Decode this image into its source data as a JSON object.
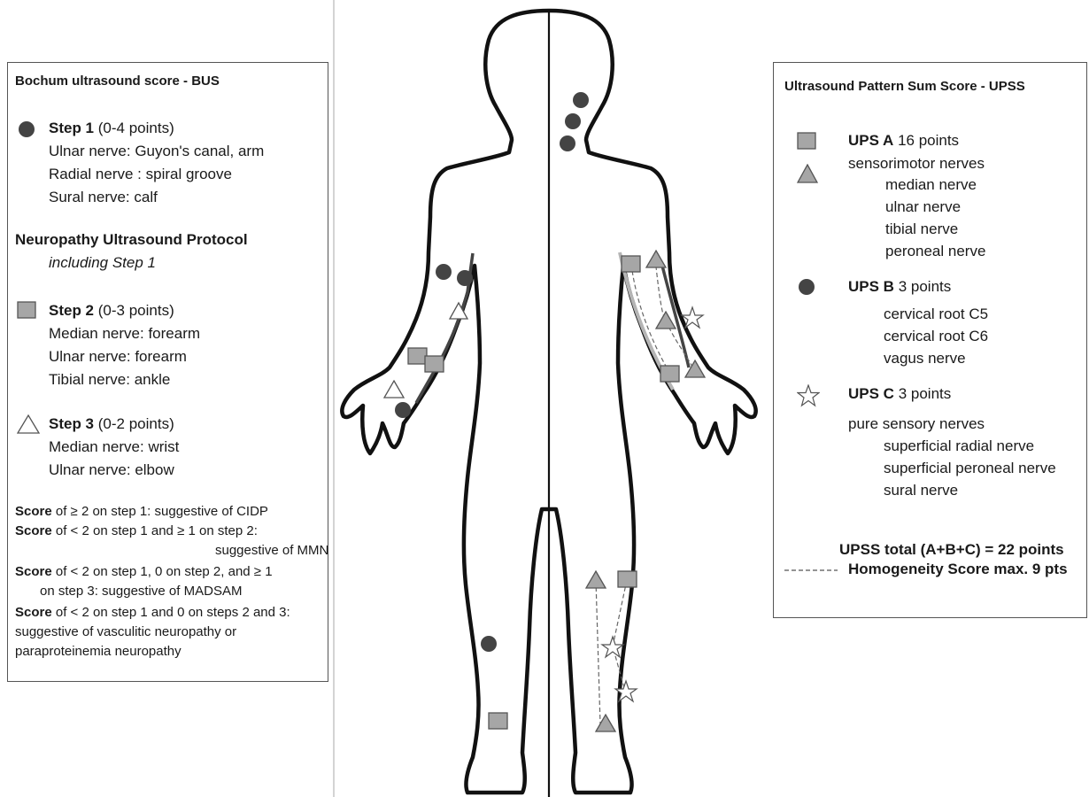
{
  "bus": {
    "title": "Bochum ultrasound score - BUS",
    "step1": {
      "label": "Step 1",
      "points": "(0-4 points)",
      "items": [
        "Ulnar nerve: Guyon's canal, arm",
        "Radial nerve : spiral groove",
        "Sural nerve: calf"
      ]
    },
    "protocol": {
      "title": "Neuropathy Ultrasound Protocol",
      "subtitle": "including Step 1"
    },
    "step2": {
      "label": "Step 2",
      "points": "(0-3 points)",
      "items": [
        "Median nerve: forearm",
        "Ulnar nerve: forearm",
        "Tibial nerve: ankle"
      ]
    },
    "step3": {
      "label": "Step 3",
      "points": "(0-2 points)",
      "items": [
        "Median nerve: wrist",
        "Ulnar nerve: elbow"
      ]
    },
    "score_word": "Score",
    "rules": [
      [
        "of ≥ 2 on step 1: suggestive of CIDP"
      ],
      [
        "of < 2 on step 1 and ≥ 1 on step 2:",
        "suggestive of MMN"
      ],
      [
        "of < 2 on step 1, 0 on step 2, and ≥ 1",
        "on step 3: suggestive of MADSAM"
      ],
      [
        "of < 2 on step 1 and 0 on steps 2 and 3:",
        "suggestive of vasculitic neuropathy or",
        "paraproteinemia neuropathy"
      ]
    ]
  },
  "upss": {
    "title": "Ultrasound Pattern Sum Score - UPSS",
    "a": {
      "label": "UPS A",
      "points": "16 points",
      "group": "sensorimotor nerves",
      "items": [
        "median nerve",
        "ulnar nerve",
        "tibial nerve",
        "peroneal nerve"
      ]
    },
    "b": {
      "label": "UPS B",
      "points": "3 points",
      "items": [
        "cervical root C5",
        "cervical root C6",
        "vagus nerve"
      ]
    },
    "c": {
      "label": "UPS C",
      "points": "3 points",
      "group": "pure sensory nerves",
      "items": [
        "superficial radial nerve",
        "superficial peroneal nerve",
        "sural nerve"
      ]
    },
    "total": "UPSS total (A+B+C) = 22 points",
    "homogeneity": "Homogeneity Score max. 9 pts"
  },
  "colors": {
    "marker_dark": "#444444",
    "marker_gray": "#a6a6a6",
    "outline": "#111111",
    "nerve_line": "#b5b5b5"
  }
}
